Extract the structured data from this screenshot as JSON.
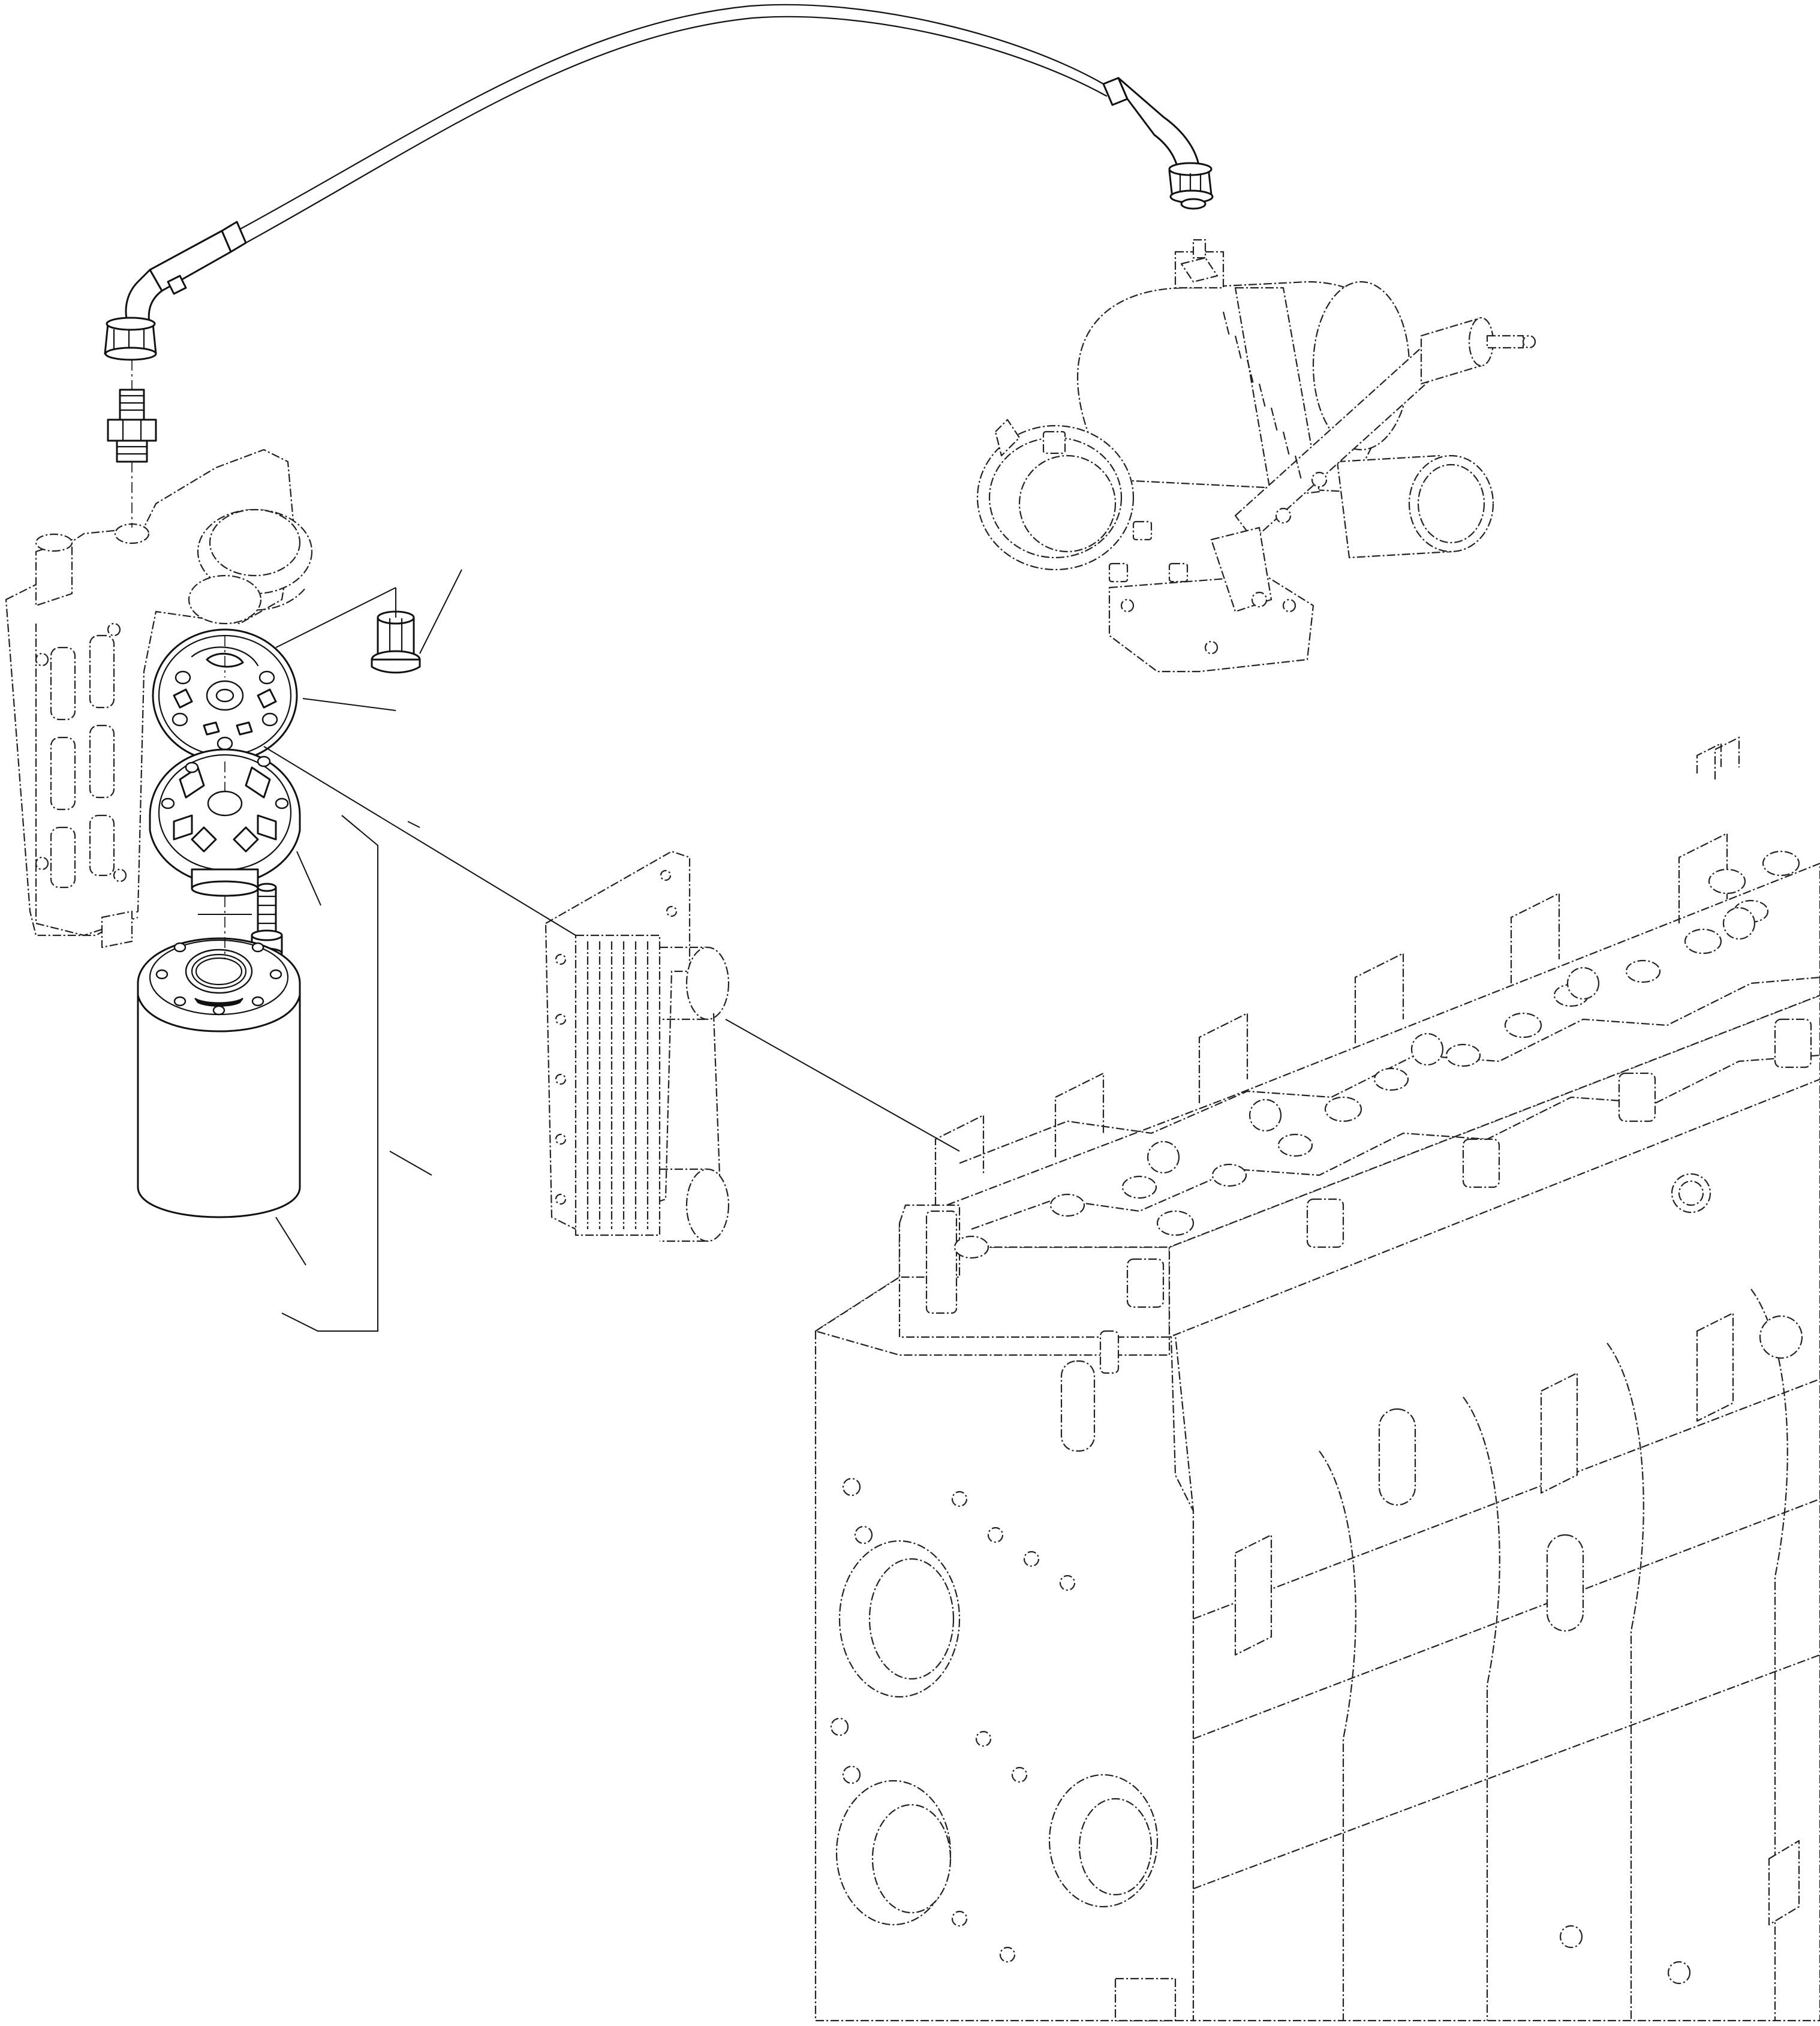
{
  "diagram": {
    "parts": [
      "oil-delivery-pipe",
      "pipe-union-fitting",
      "oil-filter-support",
      "drain-plug",
      "filter-head-gasket",
      "filter-head-plate",
      "fixing-screw",
      "oil-filter-cartridge",
      "oil-cooler-heat-exchanger",
      "turbocharger",
      "engine-cylinder-head",
      "engine-block"
    ],
    "colors": {
      "line": "#111111",
      "background": "#ffffff"
    }
  }
}
